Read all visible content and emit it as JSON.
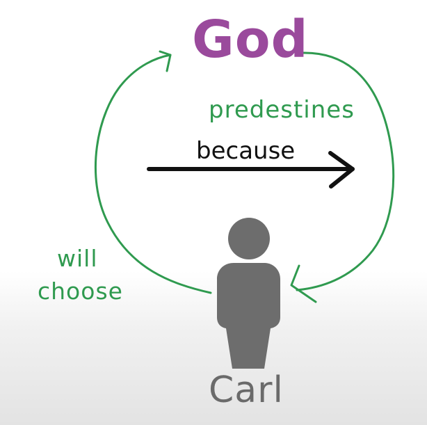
{
  "labels": {
    "god": "God",
    "predestines": "predestines",
    "because": "because",
    "will": "will",
    "choose": "choose",
    "carl": "Carl"
  },
  "colors": {
    "god": "#9a4a9c",
    "green": "#2f9a4f",
    "black": "#111111",
    "person": "#6d6d6d",
    "carl": "#6a6a6a"
  },
  "icons": {
    "person": "person-icon"
  }
}
